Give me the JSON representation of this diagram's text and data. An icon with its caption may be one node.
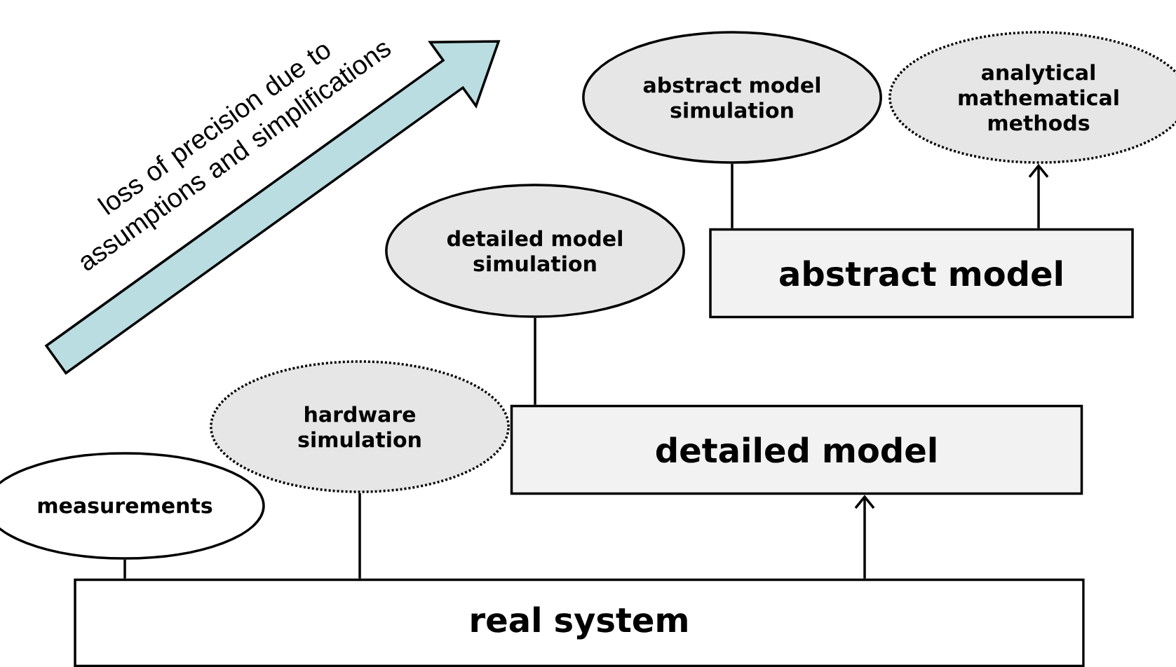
{
  "diagram": {
    "nodes": [
      {
        "text": [
          "abstract model simulation"
        ]
      },
      {
        "text": [
          "analytical mathematical methods"
        ]
      },
      {
        "text": [
          "abstract model"
        ]
      },
      {
        "text": [
          "detailed model simulation"
        ]
      },
      {
        "text": [
          "hardware simulation"
        ]
      },
      {
        "text": [
          "detailed model"
        ]
      },
      {
        "text": [
          "measurements"
        ]
      },
      {
        "text": [
          "real system"
        ]
      }
    ],
    "edges": [
      {
        "from": 0,
        "to": 2,
        "arrow": "none"
      },
      {
        "from": 2,
        "to": 1,
        "arrow": "to"
      },
      {
        "from": 3,
        "to": 5,
        "arrow": "none"
      },
      {
        "from": 4,
        "to": 7,
        "arrow": "none"
      },
      {
        "from": 7,
        "to": 5,
        "arrow": "to"
      },
      {
        "from": 6,
        "to": 7,
        "arrow": "none"
      }
    ],
    "labels": [
      "loss of precision due to assumptions and simplifications"
    ]
  }
}
